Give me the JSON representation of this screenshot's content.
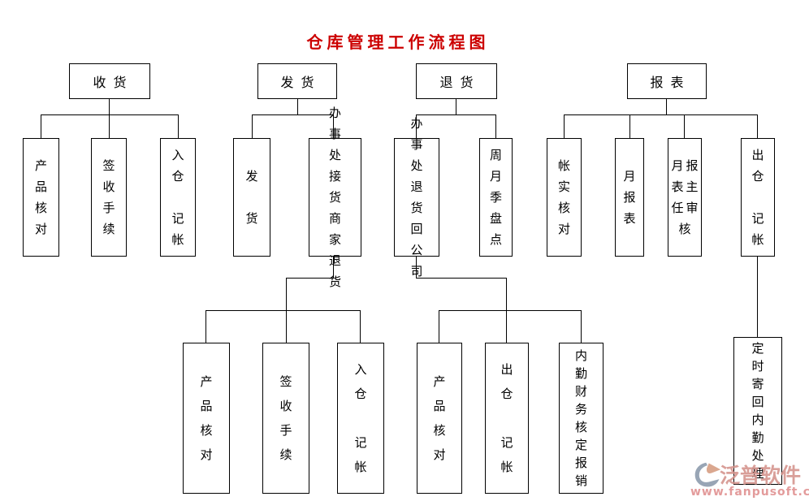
{
  "title": "仓库管理工作流程图",
  "colors": {
    "title_red": "#cc0000",
    "line_black": "#000000",
    "box_border": "#000000",
    "box_fill": "#ffffff",
    "watermark_pink": "#d4928c",
    "logo_slate": "#8a99ab",
    "logo_salmon": "#d69c80"
  },
  "watermark": {
    "brand": "泛普软件",
    "url": "www.fanpusoft.com",
    "logo_icon": "fanpu-logo"
  },
  "nodes": {
    "receiving": {
      "label": "收货"
    },
    "shipping": {
      "label": "发货"
    },
    "returns": {
      "label": "退货"
    },
    "reports": {
      "label": "报表"
    },
    "recv_product_check": {
      "label": "产品核对",
      "display": "产\n品\n核\n对"
    },
    "recv_sign_procedure": {
      "label": "签收手续",
      "display": "签\n收\n手\n续"
    },
    "recv_warehouse_in": {
      "label": "入仓记帐",
      "display": "入\n仓\n\n记\n帐"
    },
    "ship_dispatch": {
      "label": "发货",
      "display": "发\n\n货"
    },
    "ship_office_pickup": {
      "label": "办事处接货商家退货",
      "display": "办事\n处接\n货商\n家退\n货"
    },
    "ret_office_return": {
      "label": "办事处退货回公司",
      "display": "办事\n处退\n货回\n公司"
    },
    "ret_inventory_count": {
      "label": "周月季盘点",
      "display": "周\n月\n季\n盘\n点"
    },
    "rep_account_verify": {
      "label": "帐实核对",
      "display": "帐\n实\n核\n对"
    },
    "rep_monthly_report": {
      "label": "月报表",
      "display": "月\n报\n表"
    },
    "rep_director_review": {
      "label": "月报表主任审核",
      "display": "月报\n表主\n任审\n核"
    },
    "rep_warehouse_out": {
      "label": "出仓记帐",
      "display": "出\n仓\n\n记\n帐"
    },
    "ship2_product_check": {
      "label": "产品核对",
      "display": "产\n品\n核\n对"
    },
    "ship2_sign_procedure": {
      "label": "签收手续",
      "display": "签\n收\n手\n续"
    },
    "ship2_warehouse_in": {
      "label": "入仓记帐",
      "display": "入\n仓\n\n记\n帐"
    },
    "ret2_product_check": {
      "label": "产品核对",
      "display": "产\n品\n核\n对"
    },
    "ret2_warehouse_out": {
      "label": "出仓记帐",
      "display": "出\n仓\n\n记\n帐"
    },
    "ret2_finance_approve": {
      "label": "内勤财务核定报销",
      "display": "内\n勤\n财\n务\n核\n定\n报\n销"
    },
    "rep2_mail_back": {
      "label": "定时寄回内勤处理",
      "display": "定\n时\n寄\n回\n内\n勤\n处\n理"
    }
  }
}
